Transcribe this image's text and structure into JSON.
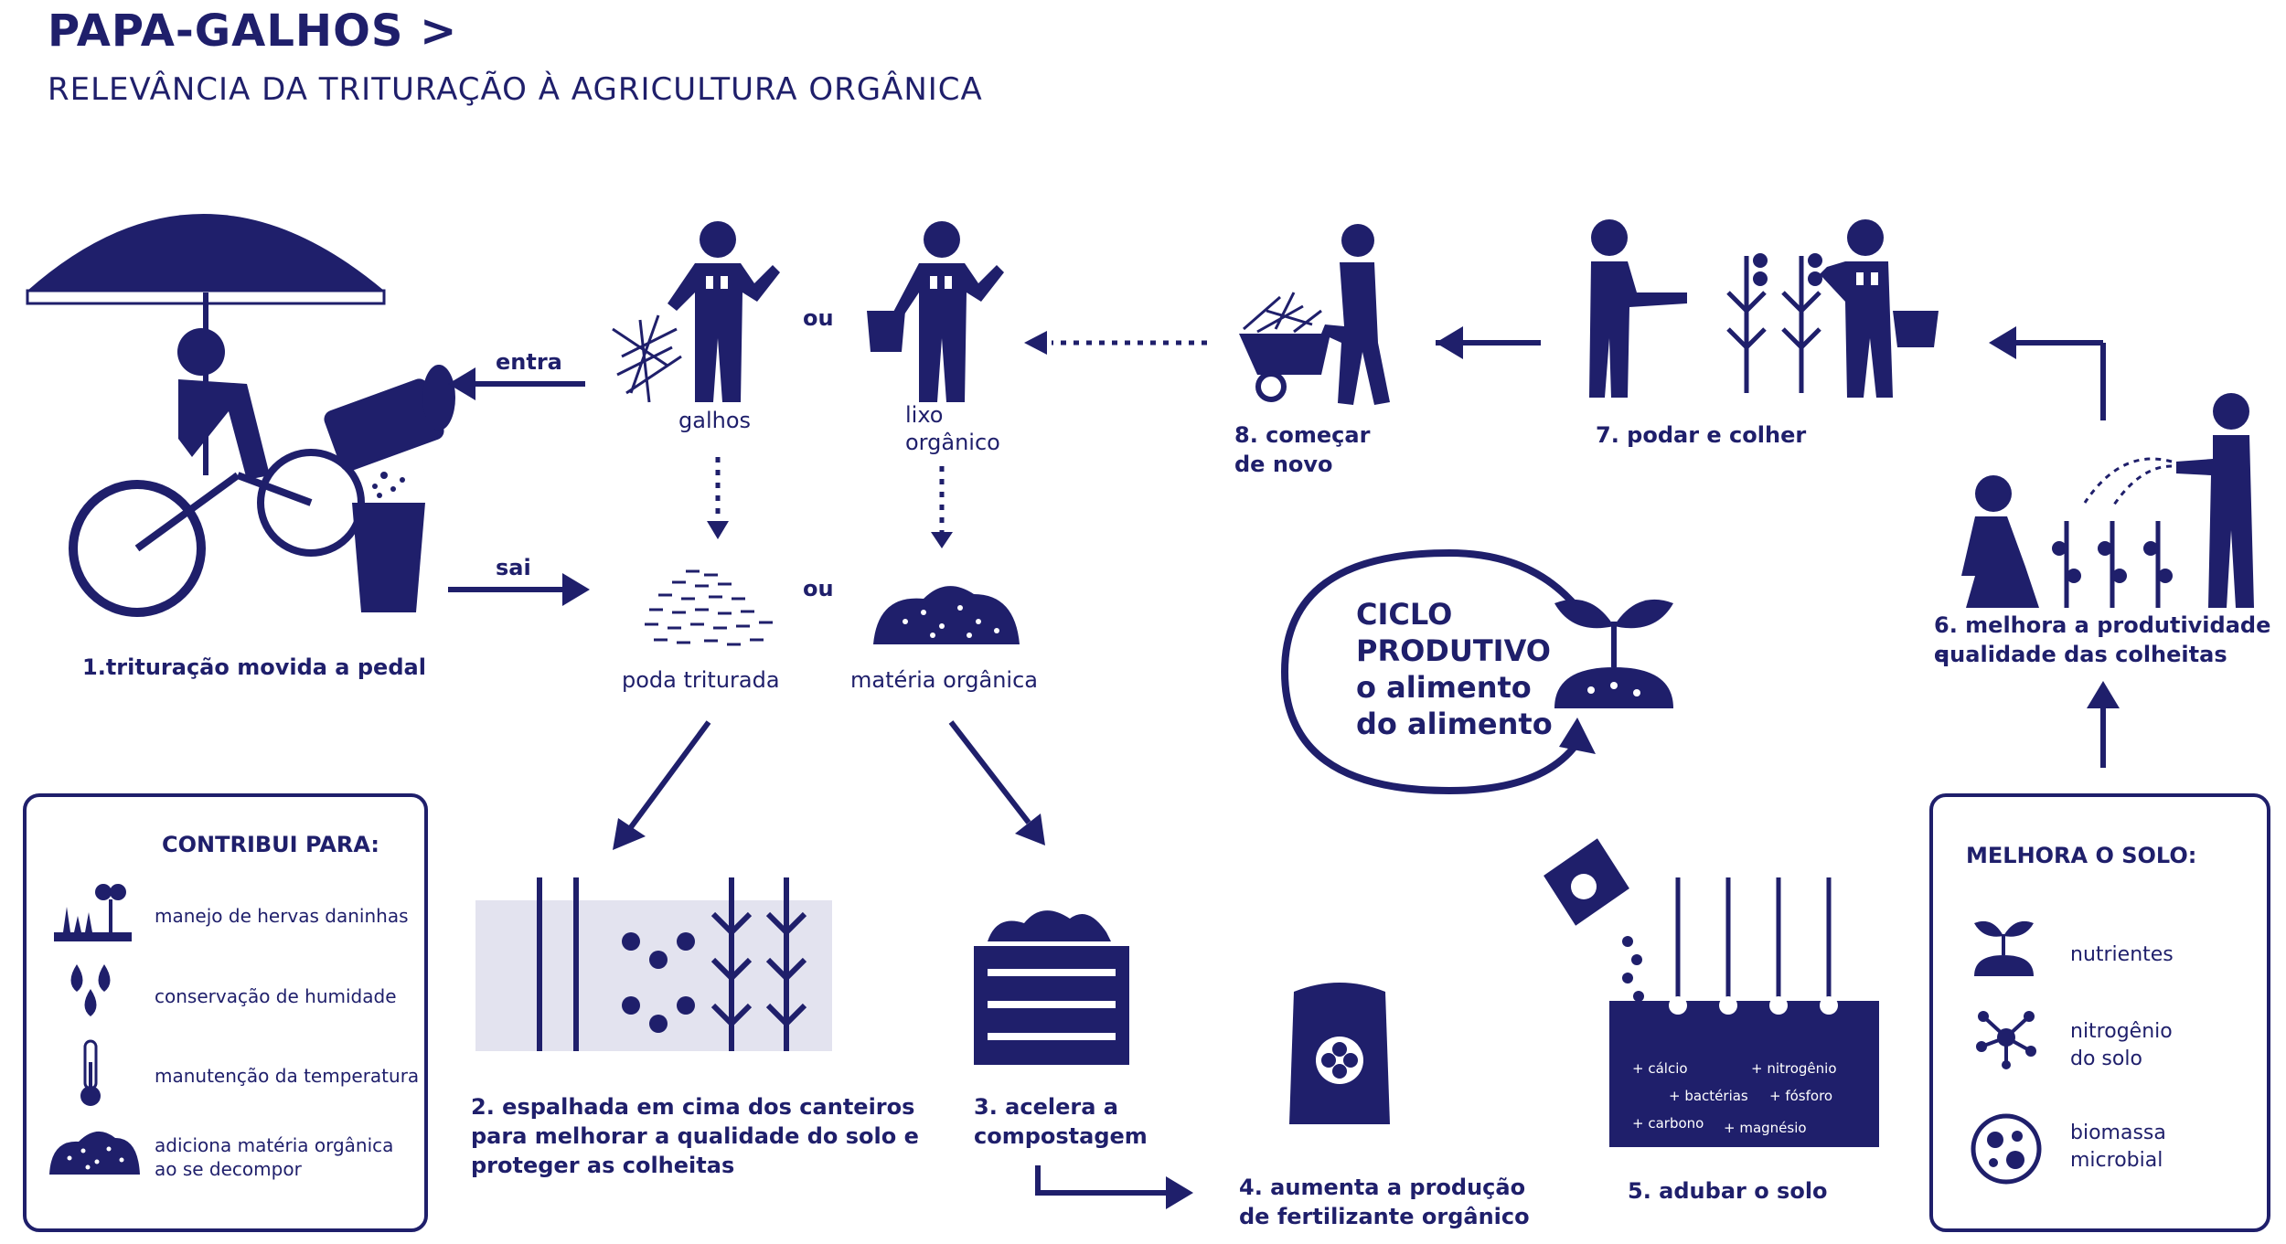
{
  "header": {
    "title": "PAPA-GALHOS >",
    "subtitle": "RELEVÂNCIA DA TRITURAÇÃO À AGRICULTURA ORGÂNICA"
  },
  "flow": {
    "entra": "entra",
    "sai": "sai",
    "ou_top": "ou",
    "ou_mid": "ou",
    "galhos": "galhos",
    "lixo_line1": "lixo",
    "lixo_line2": "orgânico",
    "poda": "poda triturada",
    "materia": "matéria orgânica"
  },
  "steps": {
    "s1": "1.trituração movida a pedal",
    "s2_line1": "2. espalhada em cima dos canteiros",
    "s2_line2": "para melhorar a qualidade do solo e",
    "s2_line3": "proteger as colheitas",
    "s3_line1": "3. acelera a",
    "s3_line2": "compostagem",
    "s4_line1": "4. aumenta a produção",
    "s4_line2": "de fertilizante orgânico",
    "s5": "5. adubar o solo",
    "s6_line1": "6. melhora a produtividade e",
    "s6_line2": "qualidade das colheitas",
    "s7": "7. podar e colher",
    "s8_line1": "8. começar",
    "s8_line2": "de novo"
  },
  "cycle": {
    "line1": "CICLO",
    "line2": "PRODUTIVO",
    "line3": "o alimento",
    "line4": "do alimento"
  },
  "soil_labels": {
    "calcio": "+ cálcio",
    "nitrogenio": "+ nitrogênio",
    "bacterias": "+ bactérias",
    "fosforo": "+ fósforo",
    "carbono": "+ carbono",
    "magnesio": "+ magnésio"
  },
  "contribui": {
    "heading": "CONTRIBUI PARA:",
    "items": [
      {
        "label": "manejo de hervas daninhas",
        "icon": "weeds-icon"
      },
      {
        "label": "conservação de humidade",
        "icon": "water-drops-icon"
      },
      {
        "label": "manutenção da temperatura",
        "icon": "thermometer-icon"
      },
      {
        "label_line1": "adiciona matéria orgânica",
        "label_line2": "ao se decompor",
        "icon": "compost-mound-icon"
      }
    ]
  },
  "melhora": {
    "heading": "MELHORA O SOLO:",
    "items": [
      {
        "label": "nutrientes",
        "icon": "sprout-soil-icon"
      },
      {
        "label_line1": "nitrogênio",
        "label_line2": "do solo",
        "icon": "molecule-icon"
      },
      {
        "label_line1": "biomassa",
        "label_line2": "microbial",
        "icon": "microbe-icon"
      }
    ]
  },
  "colors": {
    "ink": "#1f1f6b",
    "background": "#ffffff"
  }
}
